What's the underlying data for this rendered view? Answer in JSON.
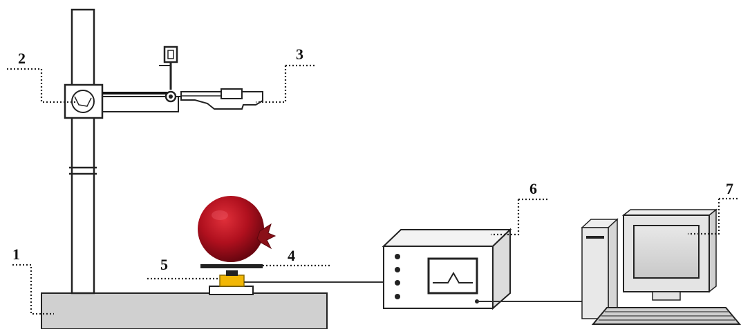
{
  "labels": {
    "l1": "1",
    "l2": "2",
    "l3": "3",
    "l4": "4",
    "l5": "5",
    "l6": "6",
    "l7": "7"
  },
  "colors": {
    "table": "#d0d0d0",
    "fruit": "#b0101e",
    "sensor": "#f2b705",
    "device": "#eeeeee",
    "outline": "#222222"
  }
}
